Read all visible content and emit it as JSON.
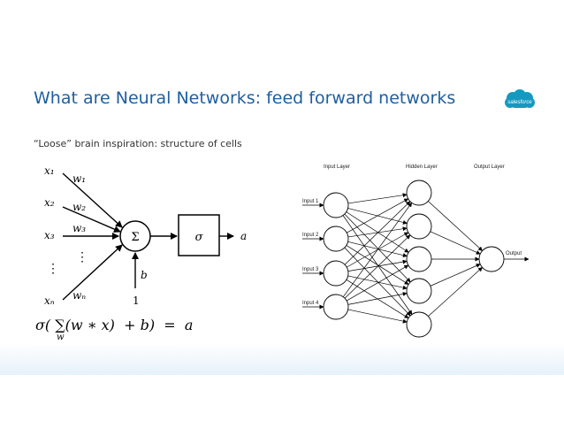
{
  "slide": {
    "title": "What are Neural Networks: feed forward networks",
    "subtitle": "“Loose” brain inspiration: structure of cells",
    "logo_text": "salesforce",
    "brand_color": "#1f5fa0",
    "logo_color": "#1798c1"
  },
  "perceptron": {
    "inputs": [
      "x₁",
      "x₂",
      "x₃",
      "⋮",
      "xₙ"
    ],
    "weights": [
      "w₁",
      "w₂",
      "w₃",
      "⋮",
      "wₙ"
    ],
    "sum_symbol": "Σ",
    "activation_symbol": "σ",
    "output": "a",
    "bias_label": "b",
    "bias_input": "1"
  },
  "formula": {
    "main": "σ( ∑(w ∗ x)  + b)  =  a",
    "subscript": "w"
  },
  "network": {
    "input_layer_label": "Input Layer",
    "hidden_layer_label": "Hidden Layer",
    "output_layer_label": "Output Layer",
    "input_labels": [
      "Input 1",
      "Input 2",
      "Input 3",
      "Input 4"
    ],
    "output_label": "Output",
    "hidden_count": 5
  }
}
